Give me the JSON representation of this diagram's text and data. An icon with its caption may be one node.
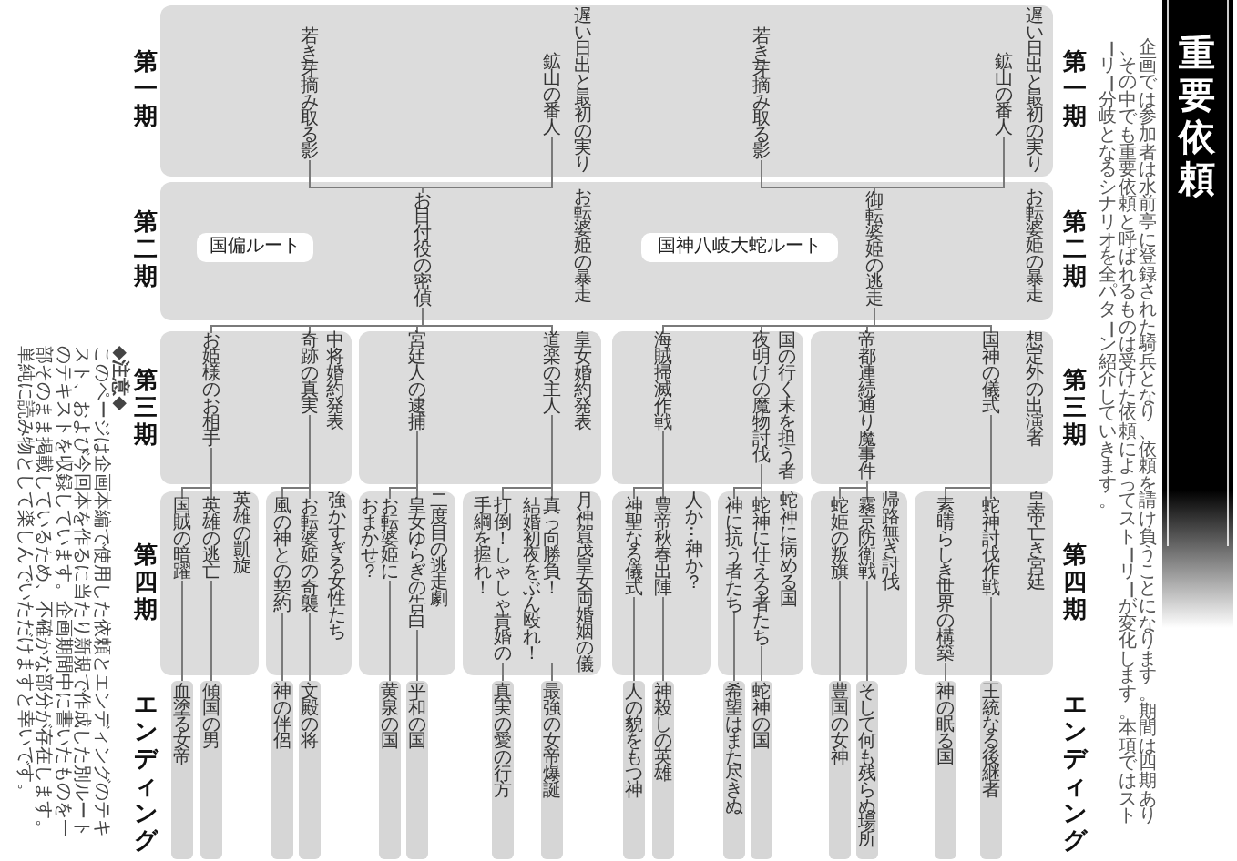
{
  "diagram": {
    "title": "重要依頼",
    "nodes": [
      {
        "text": [
          "遅い日出と最初の実り",
          "遅い日出と最初の実り"
        ]
      },
      {
        "text": [
          "鉱山の番人"
        ],
        "in": 0
      },
      {
        "text": [
          "若き芽摘み取る影"
        ],
        "in": 0
      },
      {
        "text": [
          "鉱山の番人"
        ],
        "in": 0
      },
      {
        "text": [
          "若き芽摘み取る影"
        ],
        "in": 0
      },
      {
        "text": [
          "お転婆姫の暴走",
          "お転婆姫の暴走"
        ]
      },
      {
        "text": [
          "国偏ルート"
        ],
        "in": 5
      },
      {
        "text": [
          "お目付役の密偵"
        ],
        "in": 5
      },
      {
        "text": [
          "国神八岐大蛇ルート"
        ],
        "in": 5
      },
      {
        "text": [
          "御転婆姫の逃走"
        ],
        "in": 5
      },
      {
        "text": [
          "中将婚約発表"
        ]
      },
      {
        "text": [
          "奇跡の真実"
        ],
        "in": 10
      },
      {
        "text": [
          "お姫様のお相手"
        ],
        "in": 10
      },
      {
        "text": [
          "皇女婚約発表"
        ]
      },
      {
        "text": [
          "道楽の主人"
        ],
        "in": 13
      },
      {
        "text": [
          "宮廷人の逮捕"
        ],
        "in": 13
      },
      {
        "text": [
          "国の行く末を担う者"
        ]
      },
      {
        "text": [
          "夜明けの魔物討伐"
        ],
        "in": 16
      },
      {
        "text": [
          "海賊掃滅作戦"
        ],
        "in": 16
      },
      {
        "text": [
          "想定外の出演者"
        ]
      },
      {
        "text": [
          "国神の儀式"
        ],
        "in": 19
      },
      {
        "text": [
          "帝都連続通り魔事件"
        ],
        "in": 19
      },
      {
        "text": [
          "英雄の凱旋"
        ]
      },
      {
        "text": [
          "英雄の逃亡"
        ],
        "in": 22
      },
      {
        "text": [
          "国賊の暗躍"
        ],
        "in": 22
      },
      {
        "text": [
          "強かすぎる女性たち"
        ]
      },
      {
        "text": [
          "お転婆姫の奇襲"
        ],
        "in": 25
      },
      {
        "text": [
          "風の神との契約"
        ],
        "in": 25
      },
      {
        "text": [
          "二度目の逃走劇"
        ]
      },
      {
        "text": [
          "皇女ゆらぎの告白"
        ],
        "in": 28
      },
      {
        "text": [
          "お転婆姫に"
        ],
        "beside": [
          "おまかせ？"
        ],
        "in": 28
      },
      {
        "text": [
          "月神賀茂皇女両婚姻の儀"
        ]
      },
      {
        "text": [
          "真っ向勝負！"
        ],
        "beside": [
          "結婚初夜をぶん殴れ！"
        ],
        "in": 31
      },
      {
        "text": [
          "打倒！しゃしゃ貴婚の"
        ],
        "beside": [
          "手綱を握れ！"
        ],
        "in": 31
      },
      {
        "text": [
          "人か…神か？"
        ]
      },
      {
        "text": [
          "豊帝秋春出陣"
        ],
        "in": 34
      },
      {
        "text": [
          "神聖なる儀式"
        ],
        "in": 34
      },
      {
        "text": [
          "蛇神に病める国"
        ]
      },
      {
        "text": [
          "蛇神に仕える者たち"
        ],
        "in": 37
      },
      {
        "text": [
          "神に抗う者たち"
        ],
        "in": 37
      },
      {
        "text": [
          "帰路無き討伐"
        ]
      },
      {
        "text": [
          "霧京防衛戦"
        ],
        "in": 40
      },
      {
        "text": [
          "蛇姫の叛旗"
        ],
        "in": 40
      },
      {
        "text": [
          "皇帝亡き宮廷"
        ]
      },
      {
        "text": [
          "蛇神討伐作戦"
        ],
        "in": 43
      },
      {
        "text": [
          "素晴らしき世界の構築"
        ],
        "in": 43
      },
      {
        "text": [
          "血塗る女帝"
        ]
      },
      {
        "text": [
          "傾国の男"
        ]
      },
      {
        "text": [
          "神の伴侶"
        ]
      },
      {
        "text": [
          "文殿の将"
        ]
      },
      {
        "text": [
          "黄泉の国"
        ]
      },
      {
        "text": [
          "平和の国"
        ]
      },
      {
        "text": [
          "真実の愛の行方"
        ]
      },
      {
        "text": [
          "最強の女帝爆誕"
        ]
      },
      {
        "text": [
          "人の貌をもつ神"
        ]
      },
      {
        "text": [
          "神殺しの英雄"
        ]
      },
      {
        "text": [
          "希望はまた尽きぬ"
        ]
      },
      {
        "text": [
          "蛇神の国"
        ]
      },
      {
        "text": [
          "豊国の女神"
        ]
      },
      {
        "text": [
          "そして何も残らぬ場所"
        ]
      },
      {
        "text": [
          "神の眠る国"
        ]
      },
      {
        "text": [
          "王統なる後継者"
        ]
      }
    ],
    "edges": [
      {
        "from": 1,
        "to": 7,
        "arrow": "none"
      },
      {
        "from": 2,
        "to": 7,
        "arrow": "none"
      },
      {
        "from": 3,
        "to": 9,
        "arrow": "none"
      },
      {
        "from": 4,
        "to": 9,
        "arrow": "none"
      },
      {
        "from": 7,
        "to": 11,
        "arrow": "none"
      },
      {
        "from": 7,
        "to": 12,
        "arrow": "none"
      },
      {
        "from": 7,
        "to": 14,
        "arrow": "none"
      },
      {
        "from": 7,
        "to": 15,
        "arrow": "none"
      },
      {
        "from": 9,
        "to": 17,
        "arrow": "none"
      },
      {
        "from": 9,
        "to": 18,
        "arrow": "none"
      },
      {
        "from": 9,
        "to": 20,
        "arrow": "none"
      },
      {
        "from": 9,
        "to": 21,
        "arrow": "none"
      },
      {
        "from": 12,
        "to": 23,
        "arrow": "none"
      },
      {
        "from": 12,
        "to": 24,
        "arrow": "none"
      },
      {
        "from": 11,
        "to": 26,
        "arrow": "none"
      },
      {
        "from": 11,
        "to": 27,
        "arrow": "none"
      },
      {
        "from": 15,
        "to": 29,
        "arrow": "none"
      },
      {
        "from": 15,
        "to": 30,
        "arrow": "none"
      },
      {
        "from": 14,
        "to": 32,
        "arrow": "none"
      },
      {
        "from": 14,
        "to": 33,
        "arrow": "none"
      },
      {
        "from": 18,
        "to": 35,
        "arrow": "none"
      },
      {
        "from": 18,
        "to": 36,
        "arrow": "none"
      },
      {
        "from": 17,
        "to": 38,
        "arrow": "none"
      },
      {
        "from": 17,
        "to": 39,
        "arrow": "none"
      },
      {
        "from": 21,
        "to": 41,
        "arrow": "none"
      },
      {
        "from": 21,
        "to": 42,
        "arrow": "none"
      },
      {
        "from": 20,
        "to": 44,
        "arrow": "none"
      },
      {
        "from": 20,
        "to": 45,
        "arrow": "none"
      },
      {
        "from": 24,
        "to": 46,
        "arrow": "none"
      },
      {
        "from": 23,
        "to": 47,
        "arrow": "none"
      },
      {
        "from": 27,
        "to": 48,
        "arrow": "none"
      },
      {
        "from": 26,
        "to": 49,
        "arrow": "none"
      },
      {
        "from": 30,
        "to": 50,
        "arrow": "none"
      },
      {
        "from": 29,
        "to": 51,
        "arrow": "none"
      },
      {
        "from": 33,
        "to": 52,
        "arrow": "none"
      },
      {
        "from": 32,
        "to": 53,
        "arrow": "none"
      },
      {
        "from": 36,
        "to": 54,
        "arrow": "none"
      },
      {
        "from": 35,
        "to": 55,
        "arrow": "none"
      },
      {
        "from": 39,
        "to": 56,
        "arrow": "none"
      },
      {
        "from": 38,
        "to": 57,
        "arrow": "none"
      },
      {
        "from": 42,
        "to": 58,
        "arrow": "none"
      },
      {
        "from": 41,
        "to": 59,
        "arrow": "none"
      },
      {
        "from": 45,
        "to": 60,
        "arrow": "none"
      },
      {
        "from": 44,
        "to": 61,
        "arrow": "none"
      }
    ],
    "labels": [
      "第一期",
      "第二期",
      "第三期",
      "第四期",
      "エンディング",
      "第一期",
      "第二期",
      "第三期",
      "第四期",
      "エンディング",
      "企画では参加者は水前亭に登録された騎兵となり、依頼を請け負うことになります。期間は四期あり、その中でも重要依頼と呼ばれるものは受けた依頼によってストーリーが変化します。本項ではストーリー分岐となるシナリオを全パターン紹介していきます。",
      "◆注意◆",
      "このページは企画本編で使用した依頼とエンディングのテキスト、および今回本を作るに当たり新規で作成した別ルートのテキストを収録しています。企画期間中に書いたものを一部そのまま掲載しているため、不確かな部分が存在します。単純に読み物として楽しんでいただけますと幸いです。"
    ]
  }
}
